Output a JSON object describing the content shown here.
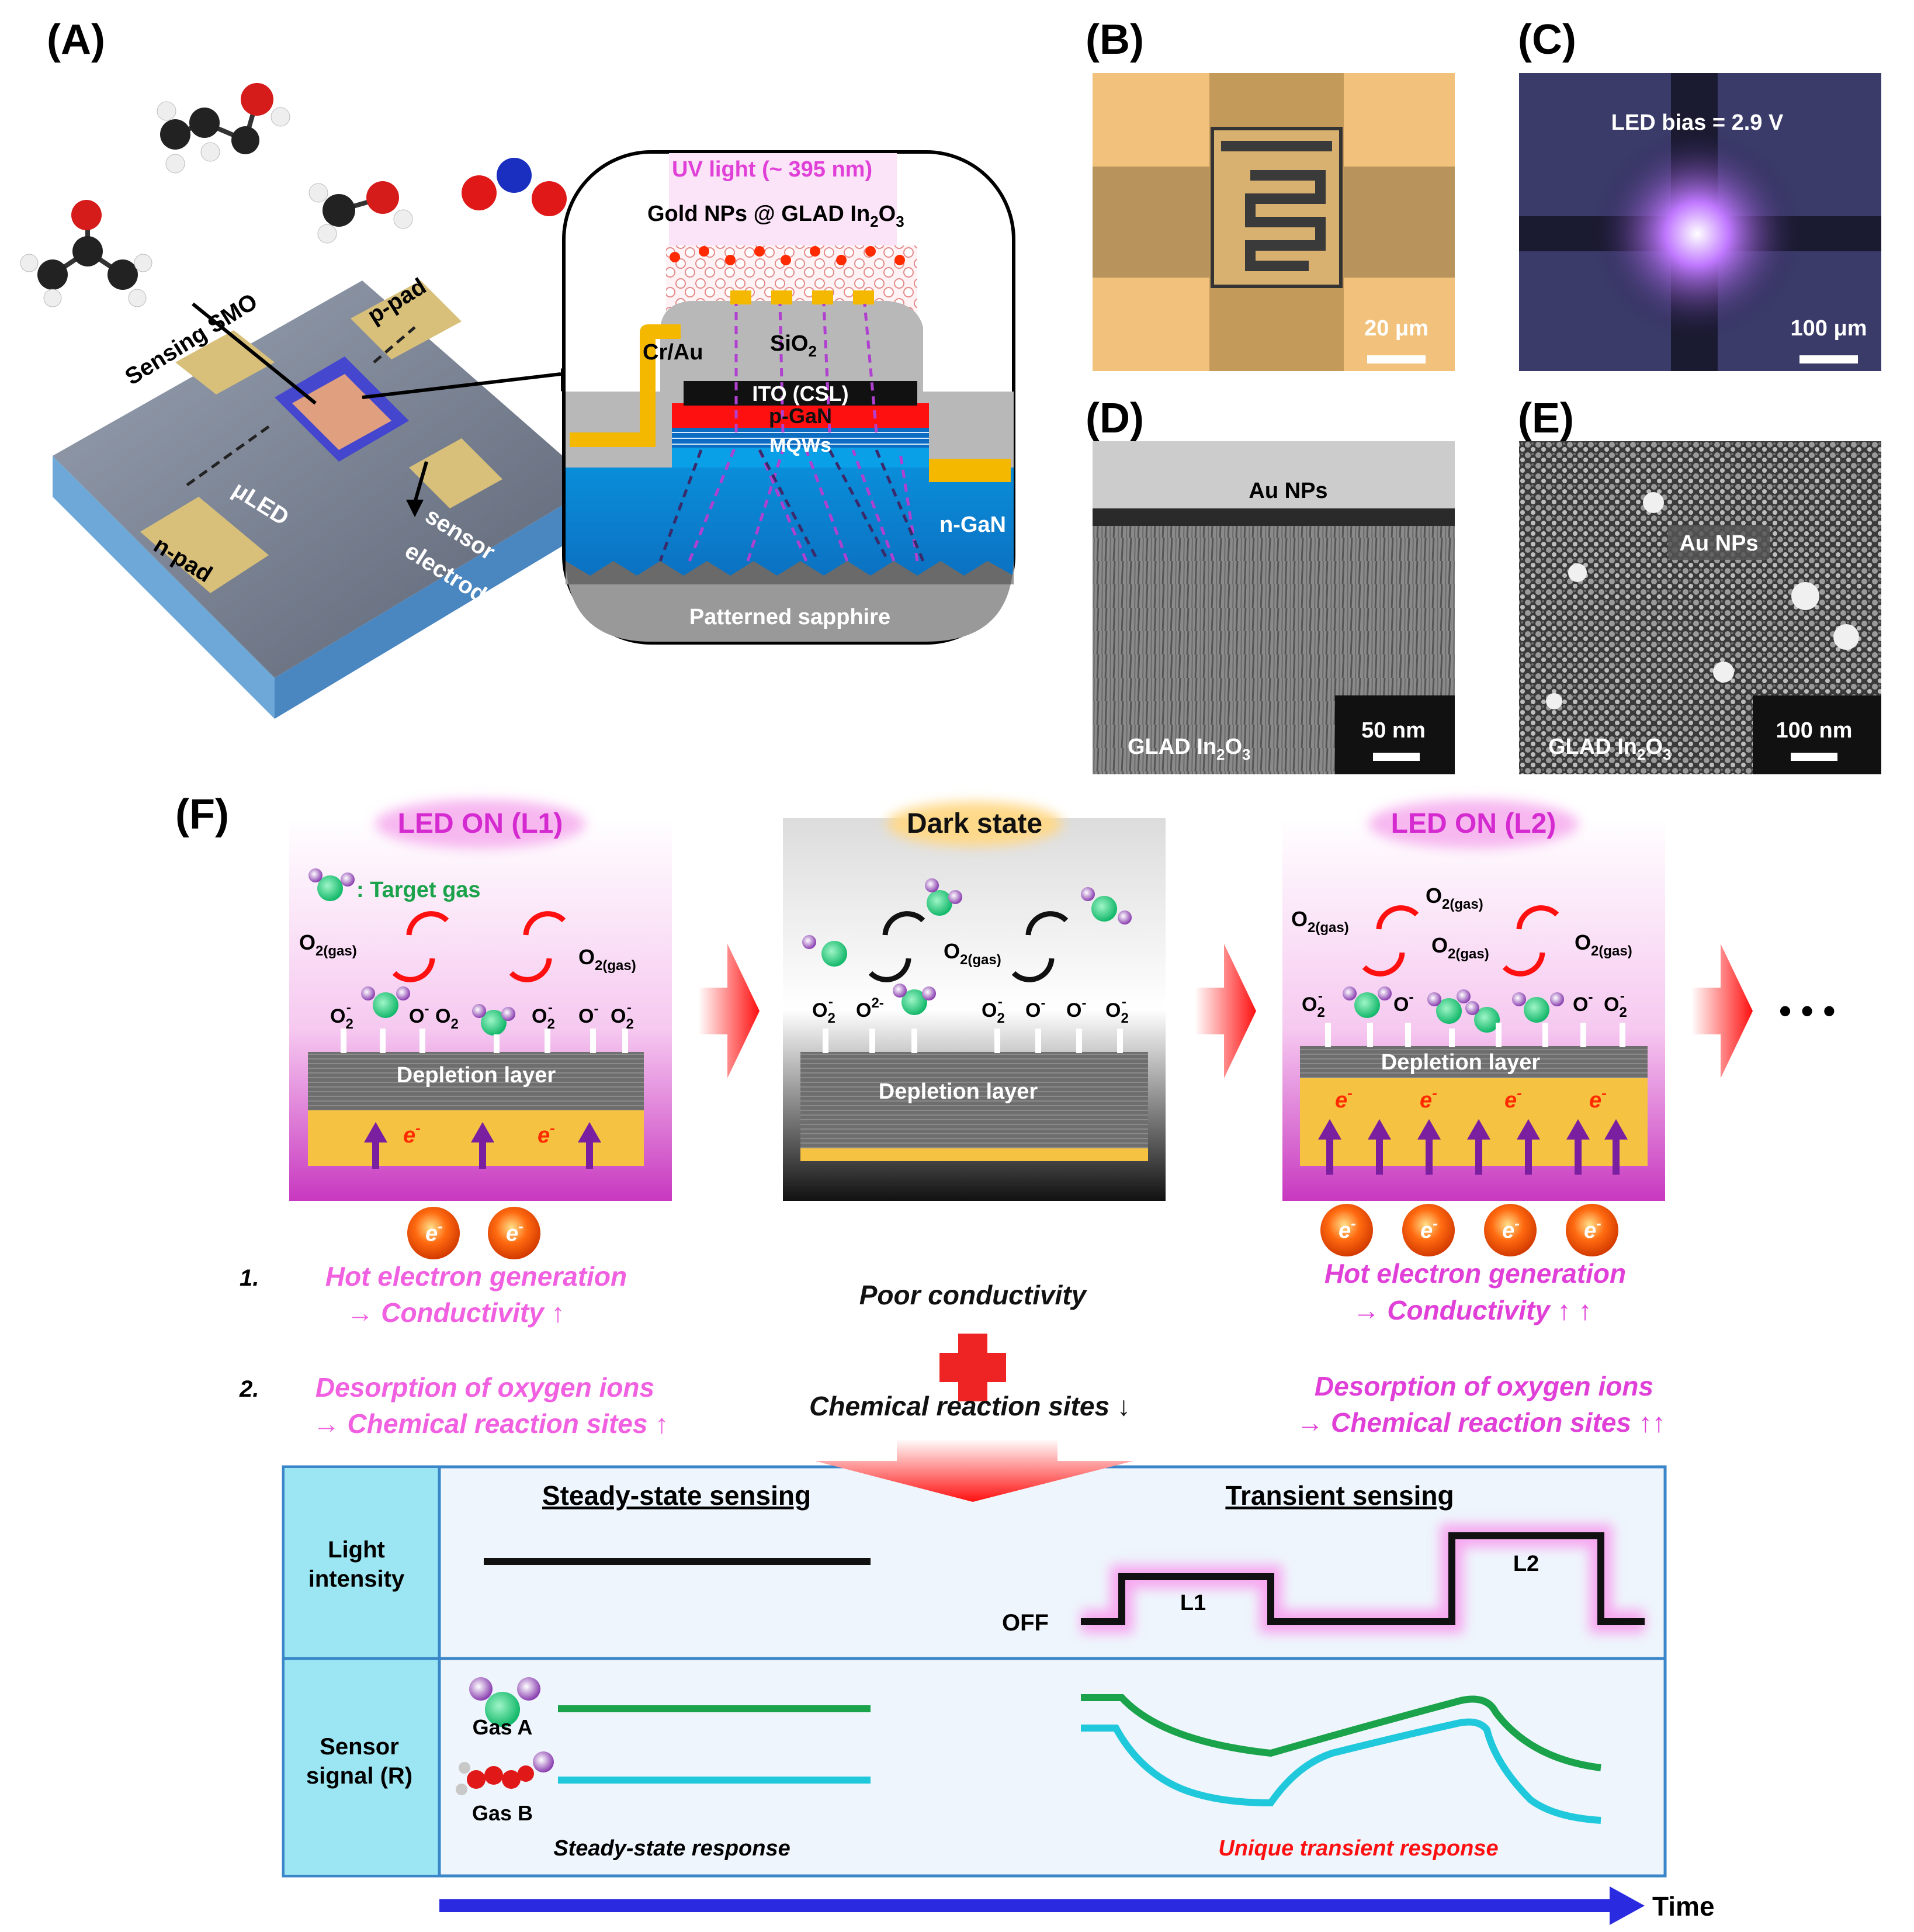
{
  "panels": {
    "A": "(A)",
    "B": "(B)",
    "C": "(C)",
    "D": "(D)",
    "E": "(E)",
    "F": "(F)"
  },
  "panel_a": {
    "sensing_smo": "Sensing SMO",
    "p_pad": "p-pad",
    "n_pad": "n-pad",
    "uled": "μLED",
    "sensor": "sensor",
    "electrodes": "electrodes",
    "uv_light": "UV light (~ 395 nm)",
    "gold_nps": "Gold NPs @ GLAD In",
    "gold_nps_sub2": "2",
    "gold_nps_o": "O",
    "gold_nps_sub3": "3",
    "cr_au": "Cr/Au",
    "sio2": "SiO",
    "sio2_sub": "2",
    "ito": "ITO (CSL)",
    "pgan": "p-GaN",
    "mqws": "MQWs",
    "ngan": "n-GaN",
    "sapphire": "Patterned sapphire"
  },
  "panel_b": {
    "scale": "20 μm"
  },
  "panel_c": {
    "bias": "LED bias = 2.9 V",
    "scale": "100 μm"
  },
  "panel_d": {
    "au": "Au NPs",
    "glad": "GLAD In",
    "glad_sub2": "2",
    "glad_o": "O",
    "glad_sub3": "3",
    "scale": "50 nm"
  },
  "panel_e": {
    "au": "Au NPs",
    "glad": "GLAD In",
    "glad_sub2": "2",
    "glad_o": "O",
    "glad_sub3": "3",
    "scale": "100 nm"
  },
  "panel_f": {
    "l1_title": "LED ON (L1)",
    "dark_title": "Dark state",
    "l2_title": "LED ON (L2)",
    "target_gas": ": Target gas",
    "o2gas": "O",
    "o2gas_sub": "2(gas)",
    "o2": "O",
    "o2_sub": "2",
    "ominus": "O",
    "minus": "-",
    "o2minus": "2-",
    "depletion": "Depletion layer",
    "e": "e",
    "ellipsis": "• • •",
    "n1": "1.",
    "n2": "2.",
    "l1_line1": "Hot electron generation",
    "l1_line2": "→ Conductivity  ↑",
    "l1_line3": "Desorption of oxygen ions",
    "l1_line4": "→ Chemical reaction sites   ↑",
    "dark_line1": "Poor conductivity",
    "dark_line2": "Chemical reaction sites ↓",
    "l2_line1": "Hot electron generation",
    "l2_line2": "→  Conductivity ↑ ↑",
    "l2_line3": "Desorption of oxygen ions",
    "l2_line4": "→  Chemical reaction sites ↑↑",
    "steady_title": "Steady-state sensing",
    "transient_title": "Transient sensing",
    "light1": "Light",
    "light2": "intensity",
    "sensor1": "Sensor",
    "sensor2": "signal (R)",
    "off": "OFF",
    "L1": "L1",
    "L2": "L2",
    "gas_a": "Gas A",
    "gas_b": "Gas B",
    "steady_resp": "Steady-state response",
    "transient_resp": "Unique transient response",
    "time": "Time"
  },
  "colors": {
    "pink": "#e040d8",
    "red": "#ff1010",
    "green": "#1aa34a",
    "cyan": "#20c8dc",
    "blue_arrow": "#2a2ae0",
    "gold": "#f5c242",
    "table_border": "#3a86c8",
    "table_header": "#9be6f2"
  }
}
